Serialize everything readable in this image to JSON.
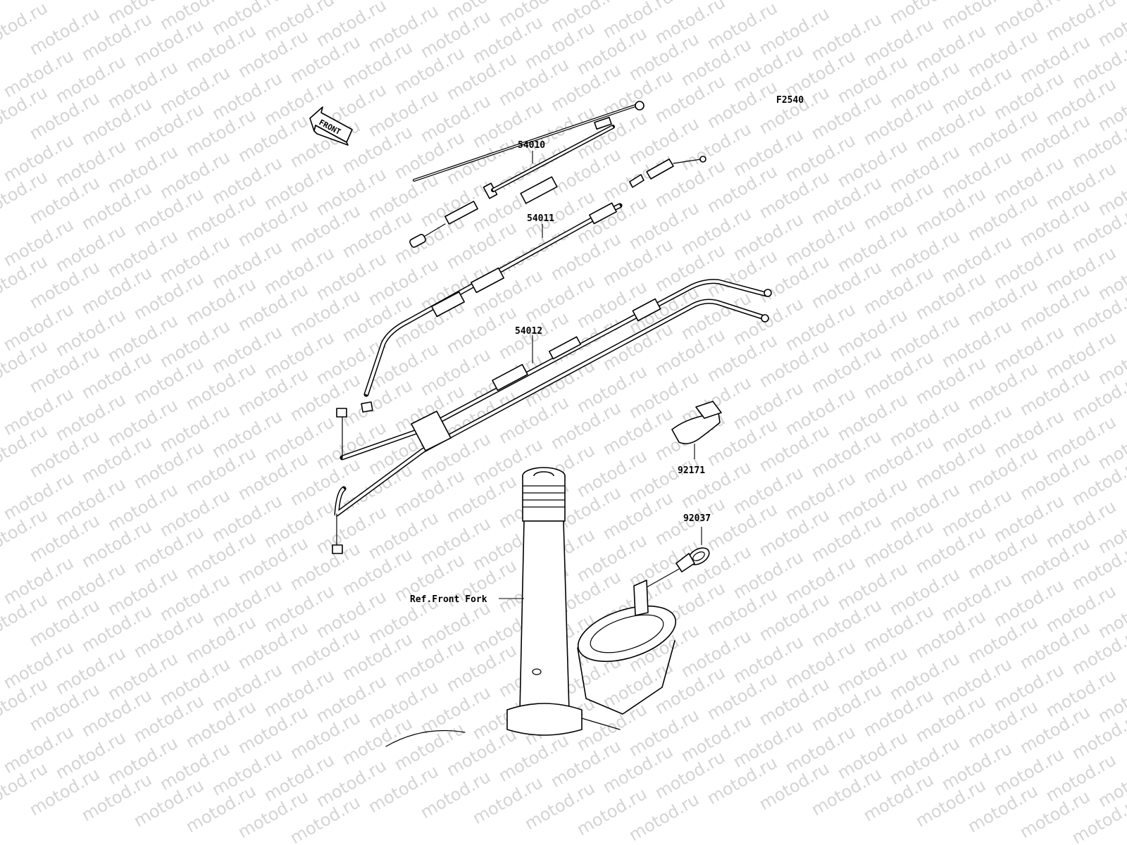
{
  "diagram": {
    "code": "F2540",
    "arrow_label": "FRONT",
    "watermark": "motod.ru",
    "parts": [
      {
        "id": "p54010",
        "number": "54010"
      },
      {
        "id": "p54011",
        "number": "54011"
      },
      {
        "id": "p54012",
        "number": "54012"
      },
      {
        "id": "p92171",
        "number": "92171"
      },
      {
        "id": "p92037",
        "number": "92037"
      }
    ],
    "reference": "Ref.Front Fork"
  },
  "colors": {
    "line": "#000000",
    "watermark": "#d4d4d4",
    "background": "#ffffff"
  }
}
